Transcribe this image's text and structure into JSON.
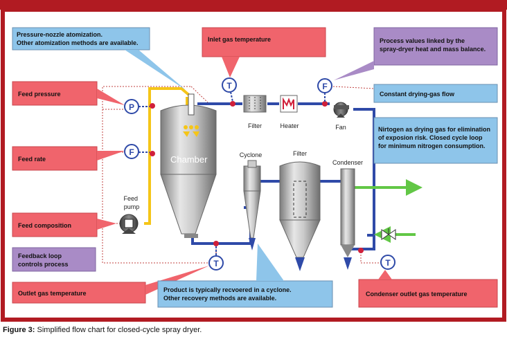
{
  "colors": {
    "frame": "#b11b22",
    "pipe": "#2f4aa8",
    "feed_pipe": "#f5c518",
    "red_box": "#f0646c",
    "blue_box": "#8ec5ea",
    "purple_box": "#a98bc6",
    "green_arrow": "#62c746",
    "valve_dot": "#d0203a"
  },
  "callouts": {
    "atomization": "Pressure-nozzle atomization.\nOther atomization methods are available.",
    "inlet_temp": "Inlet gas temperature",
    "process_values": "Process values linked by the\nspray-dryer heat and mass balance.",
    "feed_pressure": "Feed pressure",
    "constant_flow": "Constant drying-gas flow",
    "nitrogen": "Nirtogen as drying gas for elimination\nof exposion risk. Closed cycle loop\nfor minimum nitrogen consumption.",
    "feed_rate": "Feed rate",
    "feed_composition": "Feed composition",
    "feedback": "Feedback loop\ncontrols process",
    "outlet_temp": "Outlet gas temperature",
    "recovery": "Product is typically recvoered in a cyclone.\nOther recovery methods are available.",
    "condenser_temp": "Condenser outlet gas temperature"
  },
  "labels": {
    "chamber": "Chamber",
    "filter_small": "Filter",
    "heater": "Heater",
    "fan": "Fan",
    "cyclone": "Cyclone",
    "filter_big": "Filter",
    "condenser": "Condenser",
    "feed_pump": "Feed\npump"
  },
  "instruments": {
    "p": "P",
    "f": "F",
    "t": "T"
  },
  "caption": {
    "prefix": "Figure 3:",
    "text": " Simplified flow chart for closed-cycle spray dryer."
  }
}
